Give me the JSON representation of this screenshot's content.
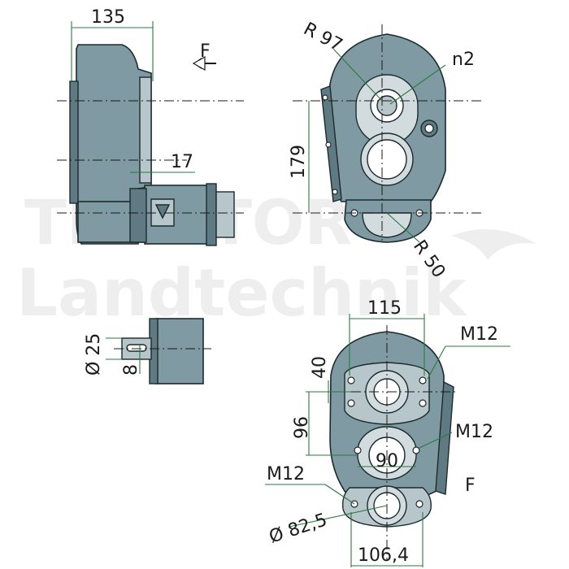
{
  "watermark": {
    "brand": "TRAKTOR",
    "sub": "Landtechnik"
  },
  "dimensions": {
    "side_width": "135",
    "side_offset": "17",
    "arrow_label": "F",
    "front_radius_top": "R 97",
    "output_label": "n2",
    "center_distance": "179",
    "front_radius_bottom": "R 50",
    "shaft_diameter": "Ø 25",
    "key_width": "8",
    "rear_width": "115",
    "thread_top": "M12",
    "bolt_spacing_top": "40",
    "thread_mid": "M12",
    "bolt_spacing_vertical": "96",
    "bolt_spacing_horizontal": "90",
    "thread_flange": "M12",
    "face_label": "F",
    "flange_diameter": "Ø 82,5",
    "flange_width": "106,4"
  },
  "colors": {
    "housing": "#7f9aa2",
    "dimension_line": "#2a7a3e"
  }
}
